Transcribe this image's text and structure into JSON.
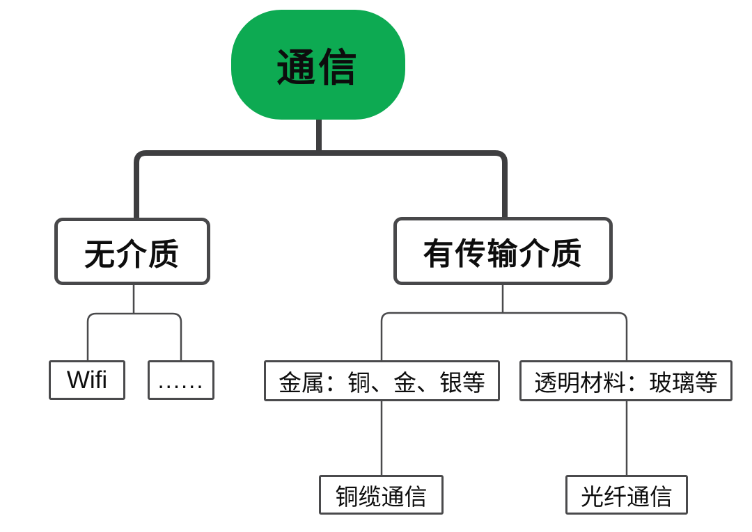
{
  "colors": {
    "root_fill": "#0daa52",
    "text": "#0d0d0d",
    "connector_thick": "#3e3e40",
    "connector_thin": "#4a4a4c",
    "box_border": "#48484a",
    "background": "#ffffff"
  },
  "tree": {
    "label": "通信",
    "children": [
      {
        "label": "无介质",
        "children": [
          {
            "label": "Wifi"
          },
          {
            "label": "......"
          }
        ]
      },
      {
        "label": "有传输介质",
        "children": [
          {
            "label": "金属：铜、金、银等",
            "children": [
              {
                "label": "铜缆通信"
              }
            ]
          },
          {
            "label": "透明材料：玻璃等",
            "children": [
              {
                "label": "光纤通信"
              }
            ]
          }
        ]
      }
    ]
  }
}
